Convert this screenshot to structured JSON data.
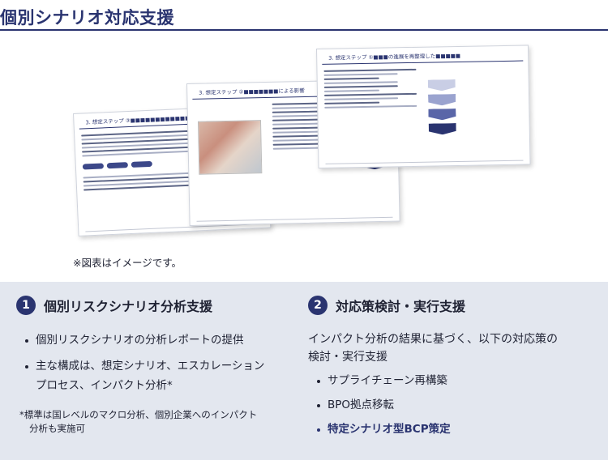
{
  "page": {
    "title": "個別シナリオ対応支援"
  },
  "illustration": {
    "slide_1_header": "3. 想定ステップ ③■■■■■■■■■■■■■■に",
    "slide_2_header": "3. 想定ステップ ②■■■■■■■による影響",
    "slide_3_header": "3. 想定ステップ ①■■■の進展を再整理した■■■■■",
    "note": "※図表はイメージです。"
  },
  "section_1": {
    "number": "1",
    "title": "個別リスクシナリオ分析支援",
    "items": [
      "個別リスクシナリオの分析レポートの提供",
      "主な構成は、想定シナリオ、エスカレーション",
      "プロセス、インパクト分析*"
    ],
    "footnote_line1": "*標準は国レベルのマクロ分析、個別企業へのインパクト",
    "footnote_line2": "分析も実施可"
  },
  "section_2": {
    "number": "2",
    "title": "対応策検討・実行支援",
    "lead_line1": "インパクト分析の結果に基づく、以下の対応策の",
    "lead_line2": "検討・実行支援",
    "items": [
      "サプライチェーン再構築",
      "BPO拠点移転",
      "特定シナリオ型BCP策定"
    ]
  },
  "colors": {
    "accent": "#2a3470",
    "panel_background": "#e3e7ef"
  }
}
